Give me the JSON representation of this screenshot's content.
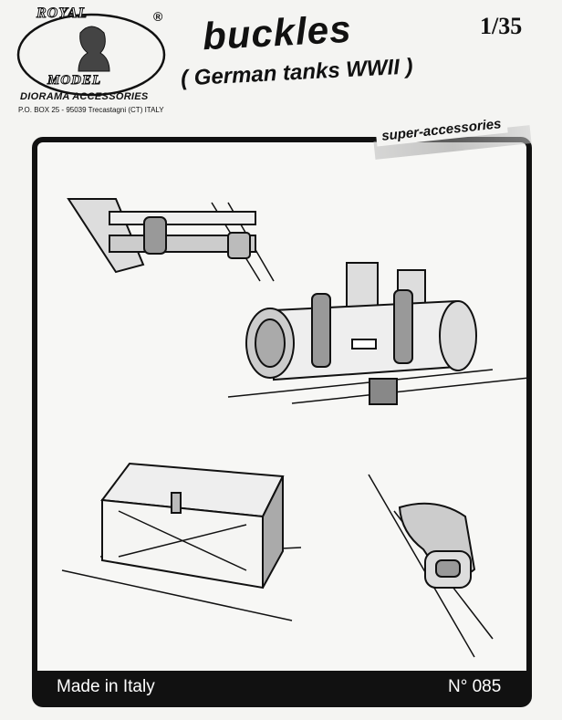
{
  "logo": {
    "top_text": "ROYAL",
    "bottom_text": "MODEL",
    "registered": "®",
    "subtitle": "DIORAMA ACCESSORIES",
    "address": "P.O. BOX 25 - 95039 Trecastagni (CT) ITALY"
  },
  "product": {
    "title": "buckles",
    "subtitle": "( German tanks WWII )",
    "scale": "1/35",
    "tagline": "super-accessories"
  },
  "footer": {
    "made_in": "Made in Italy",
    "number": "N° 085"
  },
  "colors": {
    "ink": "#111111",
    "paper": "#f4f4f2"
  }
}
